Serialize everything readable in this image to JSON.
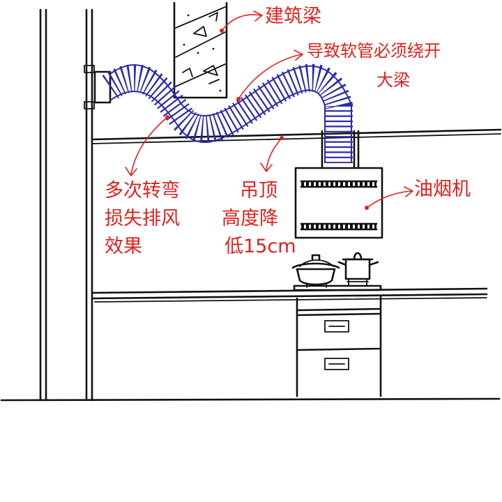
{
  "colors": {
    "ink": "#111111",
    "duct": "#2a2aa8",
    "annotation": "#e0201c"
  },
  "labels": {
    "beam": "建筑梁",
    "hose_line1": "导致软管必须绕开",
    "hose_line2": "大梁",
    "bends_line1": "多次转弯",
    "bends_line2": "损失排风",
    "bends_line3": "效果",
    "ceiling_line1": "吊顶",
    "ceiling_line2": "高度降",
    "ceiling_line3": "低15cm",
    "hood": "油烟机"
  }
}
